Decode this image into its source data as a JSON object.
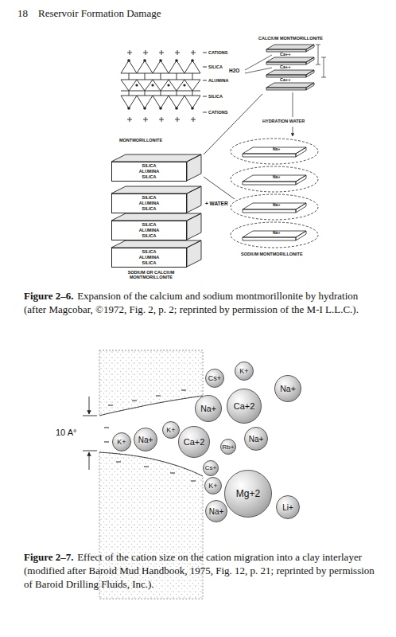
{
  "diagram": {
    "nodes": [
      {
        "text": [
          "SILICA",
          "ALUMINA",
          "SILICA"
        ]
      },
      {
        "text": [
          "SILICA",
          "ALUMINA",
          "SILICA"
        ]
      },
      {
        "text": [
          "SILICA",
          "ALUMINA",
          "SILICA"
        ]
      },
      {
        "text": [
          "SILICA",
          "ALUMINA",
          "SILICA"
        ]
      },
      {
        "text": [
          "Cs+"
        ]
      },
      {
        "text": [
          "K+"
        ]
      },
      {
        "text": [
          "Na+"
        ]
      },
      {
        "text": [
          "Na+"
        ]
      },
      {
        "text": [
          "Ca+2"
        ]
      },
      {
        "text": [
          "K+"
        ]
      },
      {
        "text": [
          "K+"
        ]
      },
      {
        "text": [
          "Na+"
        ]
      },
      {
        "text": [
          "Ca+2"
        ]
      },
      {
        "text": [
          "Rb+"
        ]
      },
      {
        "text": [
          "Na+"
        ]
      },
      {
        "text": [
          "Cs+"
        ]
      },
      {
        "text": [
          "K+"
        ]
      },
      {
        "text": [
          "Mg+2"
        ]
      },
      {
        "text": [
          "Na+"
        ]
      },
      {
        "text": [
          "Li+"
        ]
      }
    ],
    "labels": [
      "18",
      "Reservoir Formation Damage",
      "CATIONS",
      "SILICA",
      "ALUMINA",
      "SILICA",
      "CATIONS",
      "MONTMORILLONITE",
      "CALCIUM MONTMORILLONITE",
      "Ca++",
      "Ca++",
      "Ca++",
      "H2O",
      "HYDRATION WATER",
      "+ WATER",
      "Na+",
      "Na+",
      "Na+",
      "Na+",
      "SODIUM MONTMORILLONITE",
      "SODIUM OR CALCIUM MONTMORILLONITE",
      "Figure 2–6.",
      "Expansion of the calcium and sodium montmorillonite by hydration (after Magcobar, ©1972, Fig. 2, p. 2; reprinted by permission of the M-I L.L.C.).",
      "10 A°",
      "Figure 2–7.",
      "Effect of the cation size on the cation migration into a clay interlayer (modified after Baroid Mud Handbook, 1975, Fig. 12, p. 21; reprinted by permission of Baroid Drilling Fluids, Inc.)."
    ]
  }
}
